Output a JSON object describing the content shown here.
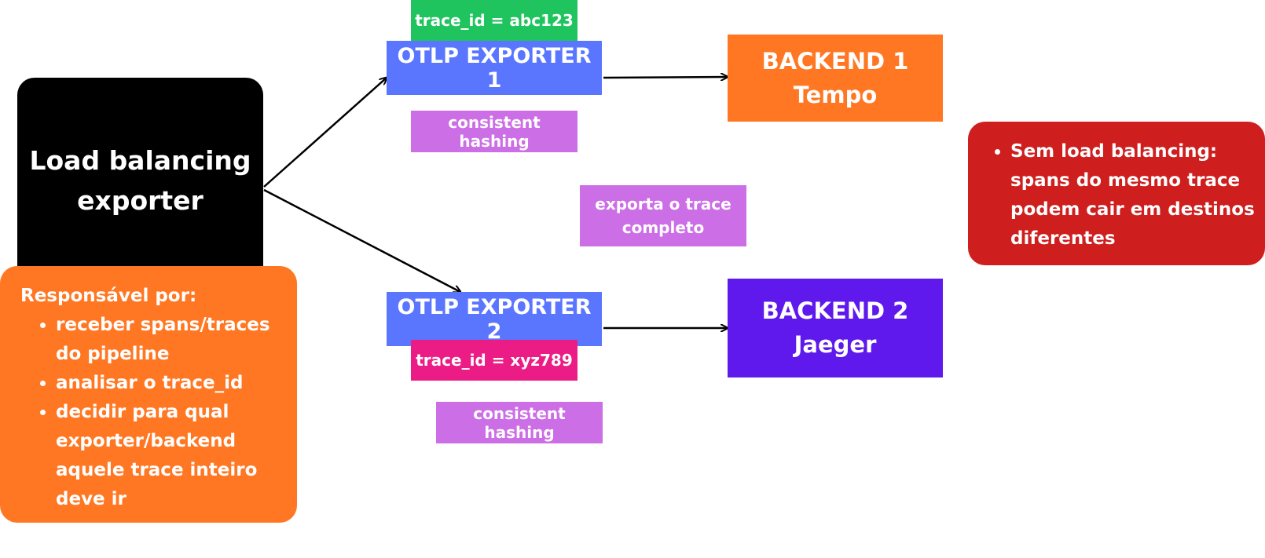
{
  "load_balancer": {
    "title_line1": "Load balancing",
    "title_line2": "exporter"
  },
  "responsibilities": {
    "heading": "Responsável por:",
    "items": [
      "receber spans/traces do pipeline",
      "analisar o trace_id",
      "decidir para qual exporter/backend aquele trace inteiro deve ir"
    ]
  },
  "exporters": [
    {
      "label": "OTLP EXPORTER 1",
      "trace_id": "trace_id = abc123",
      "hashing": "consistent hashing"
    },
    {
      "label": "OTLP EXPORTER 2",
      "trace_id": "trace_id = xyz789",
      "hashing": "consistent hashing"
    }
  ],
  "export_note": {
    "line1": "exporta o trace",
    "line2": "completo"
  },
  "backends": [
    {
      "label": "BACKEND 1",
      "name": "Tempo"
    },
    {
      "label": "BACKEND 2",
      "name": "Jaeger"
    }
  ],
  "note": {
    "items": [
      "Sem load balancing: spans do mesmo trace podem cair em destinos diferentes"
    ]
  },
  "colors": {
    "black": "#000000",
    "orange": "#ff7722",
    "blue": "#5a76ff",
    "green": "#20c45e",
    "pink": "#eb1c85",
    "lavender": "#cc6ee6",
    "purple": "#5f19ec",
    "red": "#cf1e1e"
  }
}
